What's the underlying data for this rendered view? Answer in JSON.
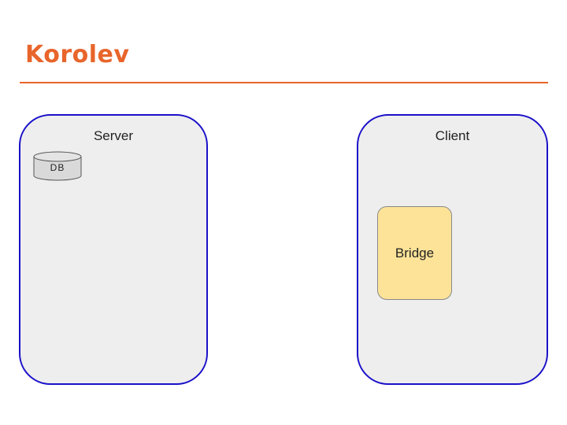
{
  "title": "Korolev",
  "colors": {
    "accent": "#e8652b",
    "container_border": "#1a10c8",
    "container_fill": "#eeeeee",
    "bridge_fill": "#fde398"
  },
  "diagram": {
    "server": {
      "label": "Server",
      "db": {
        "label": "DB",
        "icon": "database-cylinder-icon"
      }
    },
    "client": {
      "label": "Client",
      "bridge": {
        "label": "Bridge"
      }
    }
  }
}
